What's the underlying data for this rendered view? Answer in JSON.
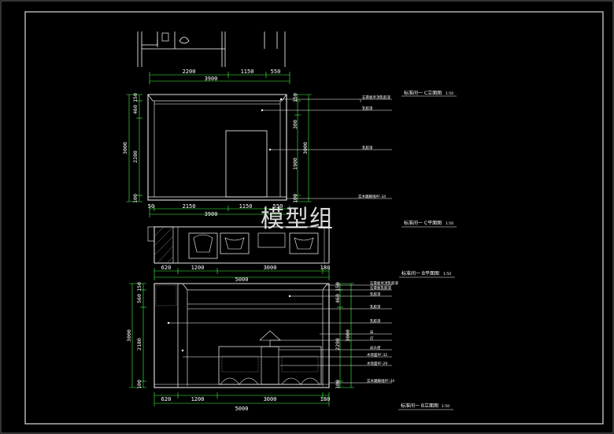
{
  "watermark": "模型组",
  "drawing1": {
    "dims_top": [
      "2200",
      "1150",
      "550"
    ],
    "dims_top_total": "3900",
    "dims_left": [
      "150",
      "460",
      "2280",
      "100"
    ],
    "dims_left_total": "3000",
    "dims_right": [
      "150",
      "300",
      "1900",
      "100"
    ],
    "dims_right_total": "3000",
    "dims_bottom": [
      "50",
      "2150",
      "1150",
      "550"
    ],
    "dims_bottom_total": "3900",
    "notes": [
      "石膏板吊顶乳胶漆",
      "乳胶漆",
      "乳胶漆",
      "实木踢脚线PF-34"
    ],
    "title": "标准间一 C立面图",
    "scale": "1:50"
  },
  "drawing2": {
    "title": "标准间一 C平面图",
    "scale": "1:50"
  },
  "drawing3": {
    "dims_top": [
      "620",
      "1200",
      "3000",
      "180"
    ],
    "dims_top_total": "5000",
    "title": "标准间一 B平面图",
    "scale": "1:50"
  },
  "drawing4": {
    "dims_left": [
      "150",
      "560",
      "2180",
      "100"
    ],
    "dims_left_total": "3000",
    "dims_right": [
      "150",
      "460",
      "2290",
      "100"
    ],
    "dims_right_total": "3000",
    "dims_bottom": [
      "620",
      "1200",
      "3000",
      "180"
    ],
    "dims_bottom_total": "5000",
    "notes": [
      "石膏板吊顶乳胶漆",
      "石膏板乳胶漆",
      "乳胶漆",
      "乳胶漆",
      "乳胶漆",
      "床",
      "灯",
      "床头柜",
      "木饰面PF-32",
      "木饰面PF-29",
      "实木踢脚线PF-34"
    ],
    "title": "标准间一 B立面图",
    "scale": "1:50"
  }
}
